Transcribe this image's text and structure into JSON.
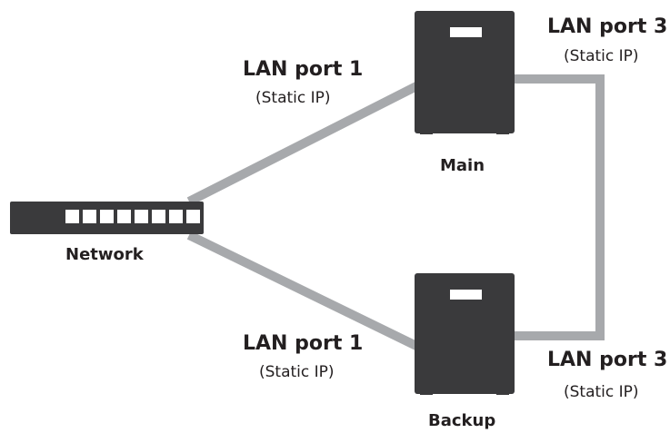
{
  "diagram": {
    "network": {
      "label": "Network"
    },
    "main": {
      "label": "Main",
      "link_label": "LAN port 1",
      "link_note": "(Static IP)",
      "cross_label": "LAN port 3",
      "cross_note": "(Static IP)"
    },
    "backup": {
      "label": "Backup",
      "link_label": "LAN port 1",
      "link_note": "(Static IP)",
      "cross_label": "LAN port 3",
      "cross_note": "(Static IP)"
    }
  },
  "colors": {
    "device": "#3a3a3c",
    "cable": "#a7a9ac",
    "text": "#231f20",
    "slot": "#ffffff"
  }
}
